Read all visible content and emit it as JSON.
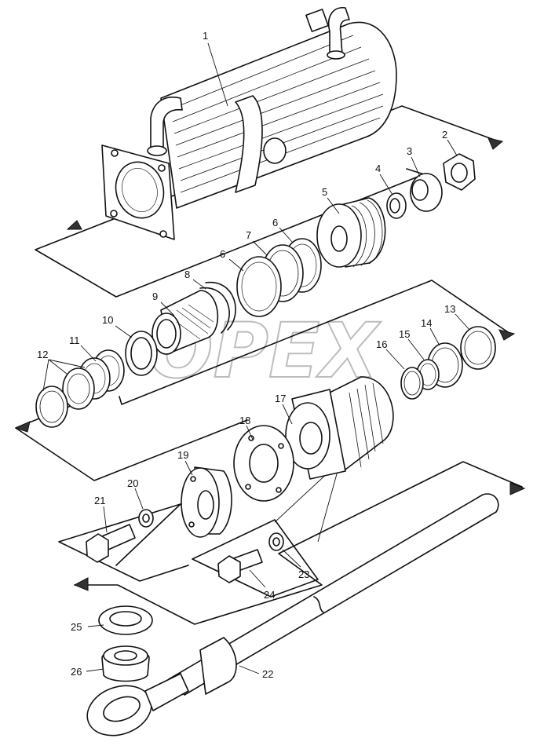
{
  "watermark": "OPEX",
  "callouts": [
    {
      "id": "1",
      "text": "1"
    },
    {
      "id": "2",
      "text": "2"
    },
    {
      "id": "3",
      "text": "3"
    },
    {
      "id": "4",
      "text": "4"
    },
    {
      "id": "5",
      "text": "5"
    },
    {
      "id": "6a",
      "text": "6"
    },
    {
      "id": "6b",
      "text": "6"
    },
    {
      "id": "7",
      "text": "7"
    },
    {
      "id": "8",
      "text": "8"
    },
    {
      "id": "9",
      "text": "9"
    },
    {
      "id": "10",
      "text": "10"
    },
    {
      "id": "11",
      "text": "11"
    },
    {
      "id": "12",
      "text": "12"
    },
    {
      "id": "13",
      "text": "13"
    },
    {
      "id": "14",
      "text": "14"
    },
    {
      "id": "15",
      "text": "15"
    },
    {
      "id": "16",
      "text": "16"
    },
    {
      "id": "17",
      "text": "17"
    },
    {
      "id": "18",
      "text": "18"
    },
    {
      "id": "19",
      "text": "19"
    },
    {
      "id": "20",
      "text": "20"
    },
    {
      "id": "21",
      "text": "21"
    },
    {
      "id": "22",
      "text": "22"
    },
    {
      "id": "23",
      "text": "23"
    },
    {
      "id": "24",
      "text": "24"
    },
    {
      "id": "25",
      "text": "25"
    },
    {
      "id": "26",
      "text": "26"
    }
  ]
}
